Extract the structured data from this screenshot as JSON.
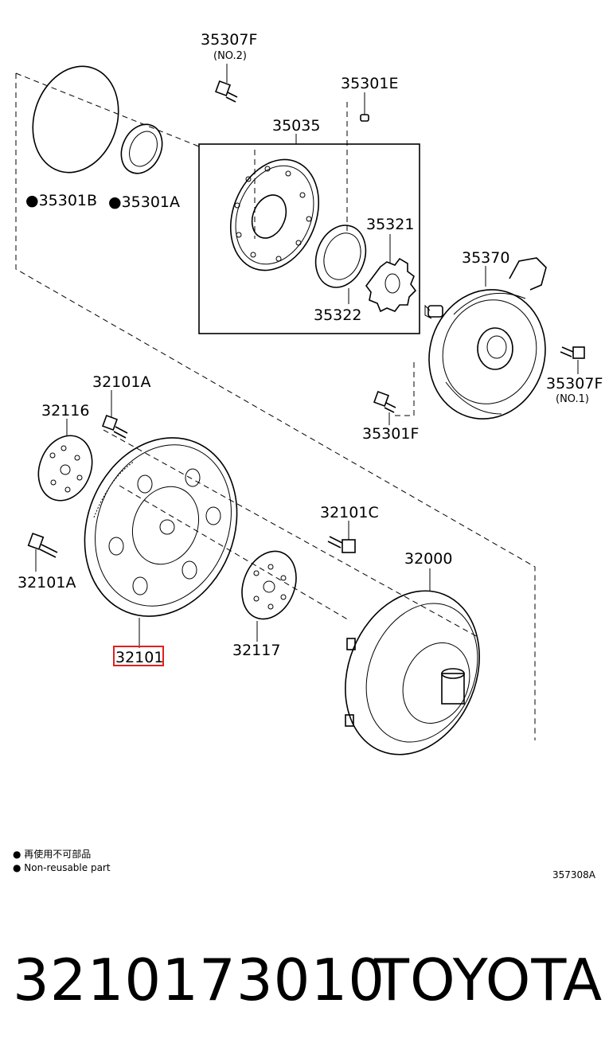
{
  "diagram": {
    "labels": {
      "p35307F_top": "35307F",
      "p35307F_top_sub": "(NO.2)",
      "p35301E": "35301E",
      "p35035": "35035",
      "p35301B": "●35301B",
      "p35301A": "●35301A",
      "p35321": "35321",
      "p35322": "35322",
      "p35370": "35370",
      "p35307F_right": "35307F",
      "p35307F_right_sub": "(NO.1)",
      "p35301F": "35301F",
      "p32101A_top": "32101A",
      "p32116": "32116",
      "p32101A_left": "32101A",
      "p32101C": "32101C",
      "p32000": "32000",
      "p32117": "32117",
      "p32101_highlight": "32101"
    },
    "legend": {
      "line1": "● 再使用不可部品",
      "line2": "● Non-reusable part"
    },
    "diagram_id": "357308A",
    "highlight_color": "#e0201e"
  },
  "footer": {
    "part_number": "3210173010",
    "brand": "TOYOTA"
  }
}
